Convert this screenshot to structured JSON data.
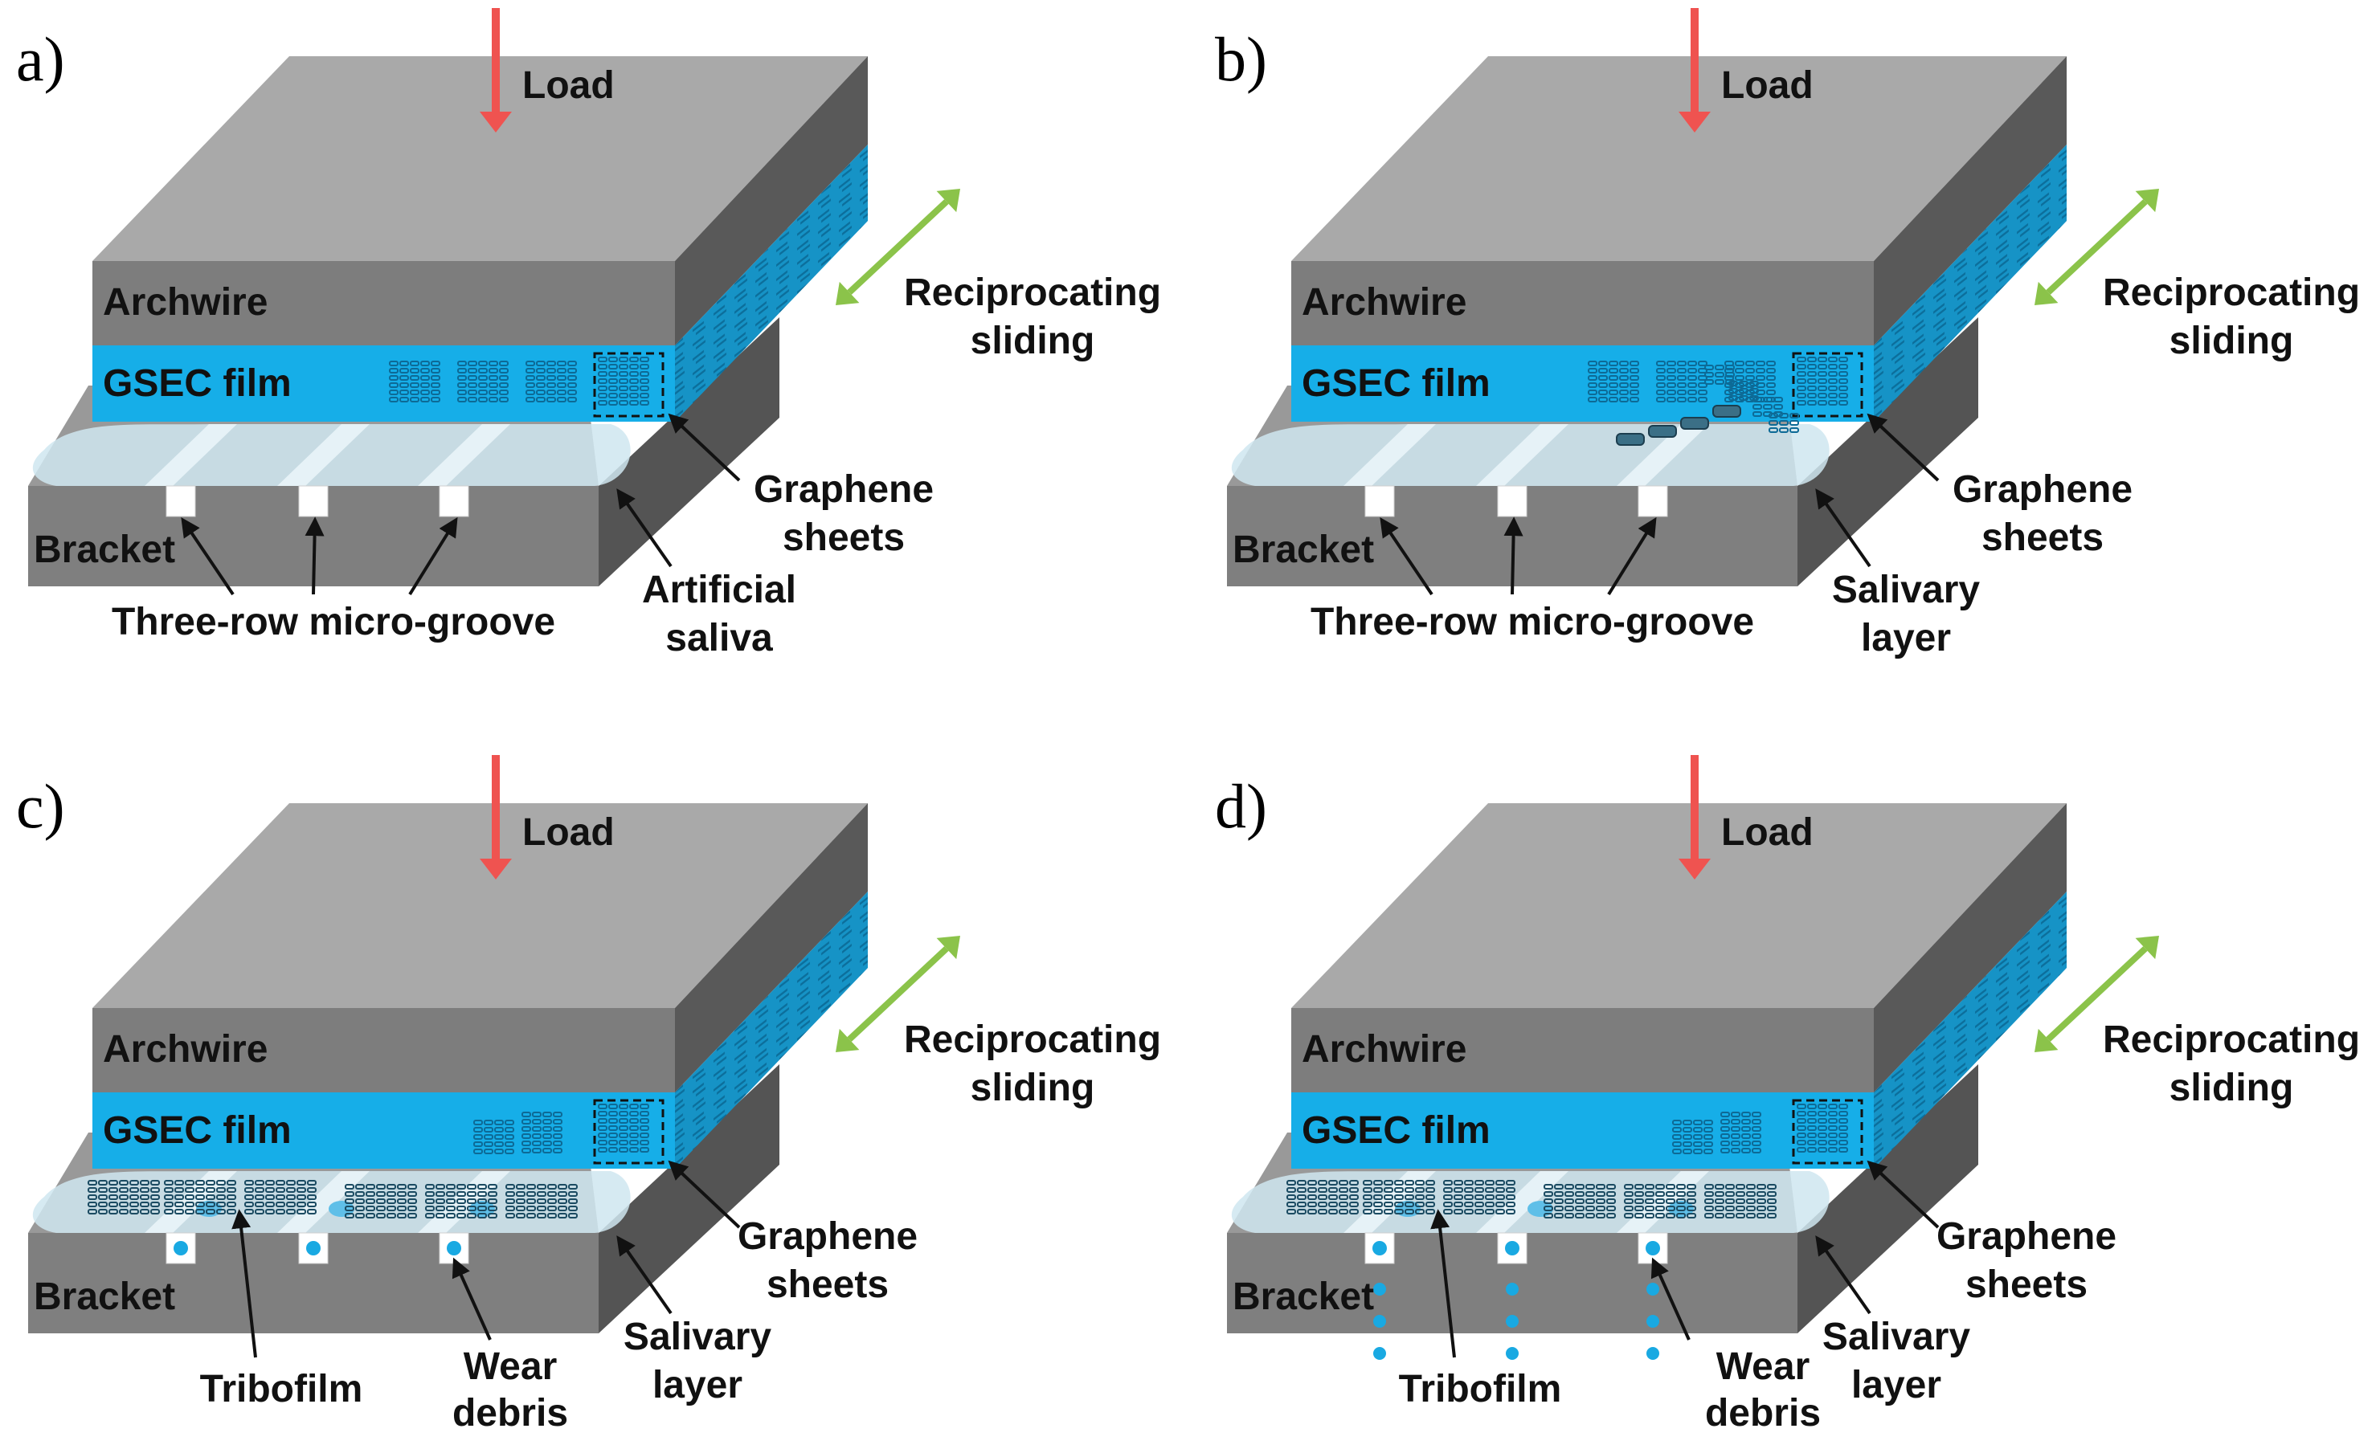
{
  "colors": {
    "top_face": "#a9a9a9",
    "archwire_front": "#7d7d7d",
    "right_face_dark": "#595959",
    "gsec_blue": "#16aee8",
    "gsec_side": "#1693c6",
    "bracket_front": "#7f7f7f",
    "bracket_top": "#999999",
    "bracket_side": "#545454",
    "saliva": "#cfe6f0",
    "load_arrow": "#ef5350",
    "sliding_arrow": "#8bc34a",
    "debris": "#19a9e2"
  },
  "panels": [
    {
      "letter": "a)",
      "load": "Load",
      "archwire": "Archwire",
      "gsec": "GSEC film",
      "bracket": "Bracket",
      "sliding": [
        "Reciprocating",
        "sliding"
      ],
      "graphene": [
        "Graphene",
        "sheets"
      ],
      "layer": [
        "Artificial",
        "saliva"
      ],
      "groove": "Three-row micro-groove"
    },
    {
      "letter": "b)",
      "load": "Load",
      "archwire": "Archwire",
      "gsec": "GSEC film",
      "bracket": "Bracket",
      "sliding": [
        "Reciprocating",
        "sliding"
      ],
      "graphene": [
        "Graphene",
        "sheets"
      ],
      "layer": [
        "Salivary",
        "layer"
      ],
      "groove": "Three-row micro-groove"
    },
    {
      "letter": "c)",
      "load": "Load",
      "archwire": "Archwire",
      "gsec": "GSEC film",
      "bracket": "Bracket",
      "sliding": [
        "Reciprocating",
        "sliding"
      ],
      "graphene": [
        "Graphene",
        "sheets"
      ],
      "layer": [
        "Salivary",
        "layer"
      ],
      "tribofilm": "Tribofilm",
      "debris": [
        "Wear",
        "debris"
      ]
    },
    {
      "letter": "d)",
      "load": "Load",
      "archwire": "Archwire",
      "gsec": "GSEC film",
      "bracket": "Bracket",
      "sliding": [
        "Reciprocating",
        "sliding"
      ],
      "graphene": [
        "Graphene",
        "sheets"
      ],
      "layer": [
        "Salivary",
        "layer"
      ],
      "tribofilm": "Tribofilm",
      "debris": [
        "Wear",
        "debris"
      ]
    }
  ]
}
